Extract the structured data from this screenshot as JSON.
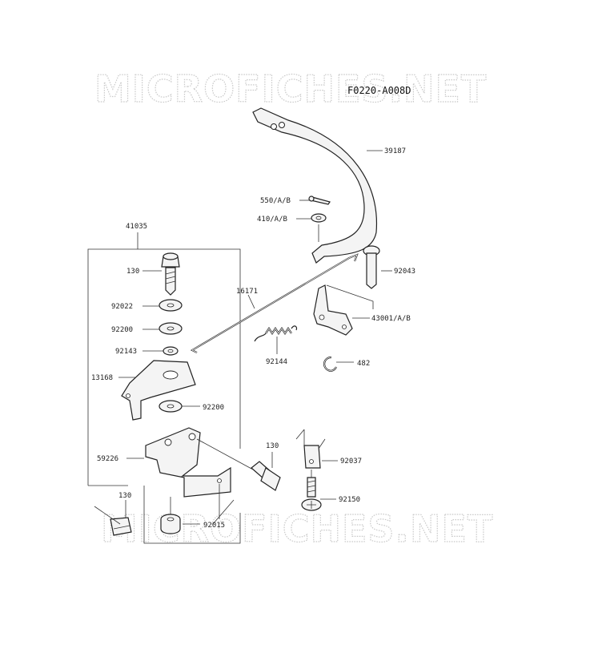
{
  "watermark": {
    "text": "MICROFICHES.NET"
  },
  "diagram": {
    "code": "F0220-A008D"
  },
  "labels": {
    "p39187": "39187",
    "p550": "550/A/B",
    "p410": "410/A/B",
    "p41035": "41035",
    "p92043": "92043",
    "p130a": "130",
    "p16171": "16171",
    "p92022": "92022",
    "p43001": "43001/A/B",
    "p92200a": "92200",
    "p92144": "92144",
    "p92143": "92143",
    "p482": "482",
    "p13168": "13168",
    "p92200b": "92200",
    "p130b": "130",
    "p59226": "59226",
    "p92037": "92037",
    "p130c": "130",
    "p92150": "92150",
    "p92015": "92015"
  }
}
